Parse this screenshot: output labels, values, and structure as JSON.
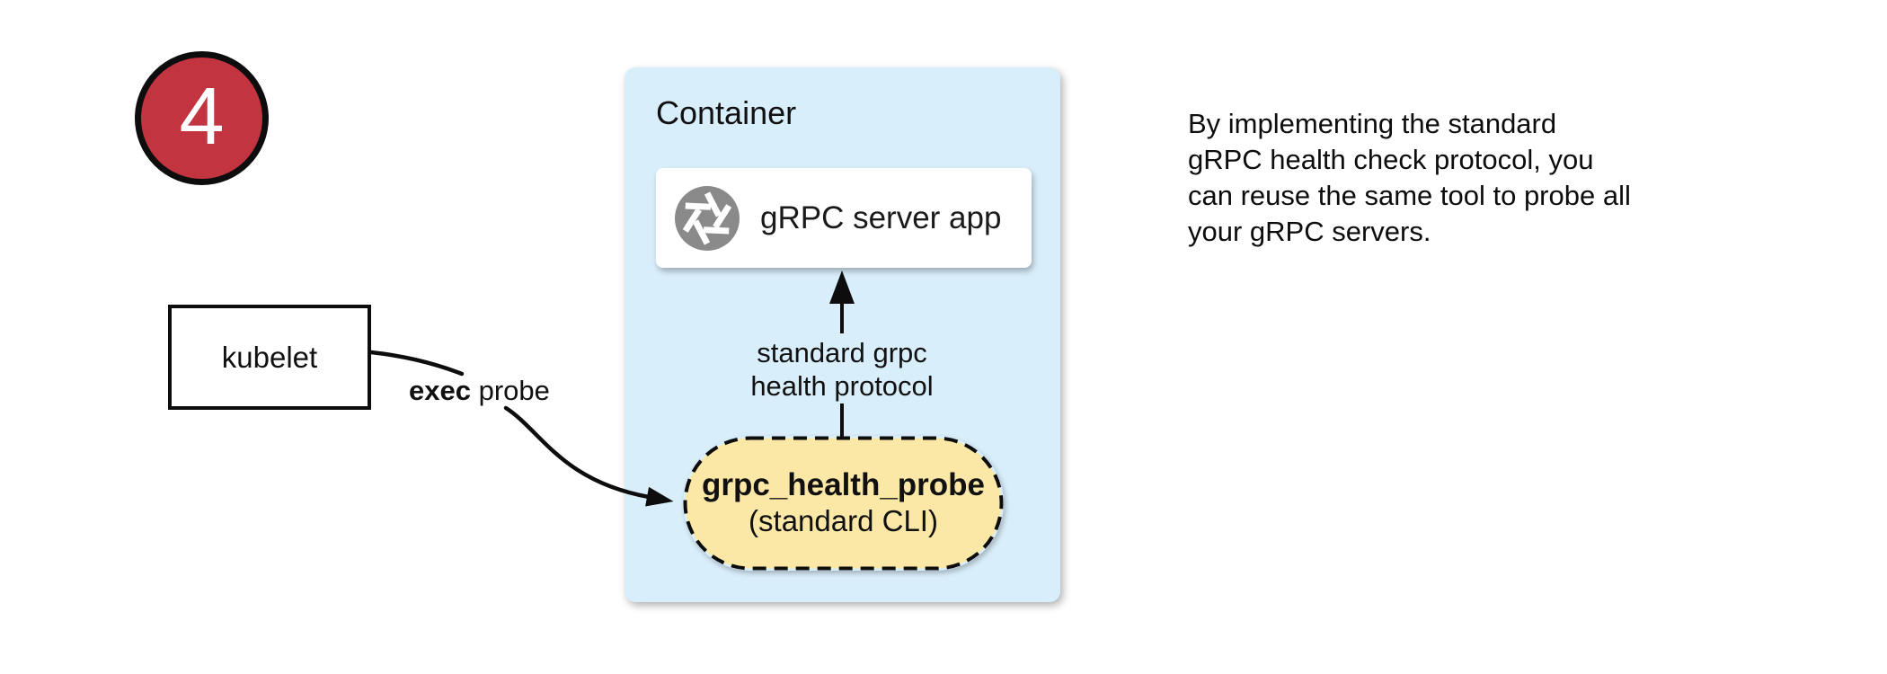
{
  "step_badge": {
    "number": "4",
    "color": "#C23440"
  },
  "kubelet_box": {
    "label": "kubelet"
  },
  "exec_label": {
    "bold": "exec",
    "rest": "probe"
  },
  "container_panel": {
    "title": "Container",
    "fill": "#D9EEFB"
  },
  "server_box": {
    "label": "gRPC server app",
    "icon": "aperture-icon",
    "icon_color": "#8A8A8A"
  },
  "protocol_label": {
    "line1": "standard grpc",
    "line2": "health protocol"
  },
  "probe_pill": {
    "title": "grpc_health_probe",
    "subtitle": "(standard CLI)",
    "fill": "#FCE8A6"
  },
  "description": {
    "lines": [
      "By implementing the standard",
      "gRPC health check protocol, you",
      "can reuse the same tool to probe all",
      "your gRPC servers."
    ]
  }
}
